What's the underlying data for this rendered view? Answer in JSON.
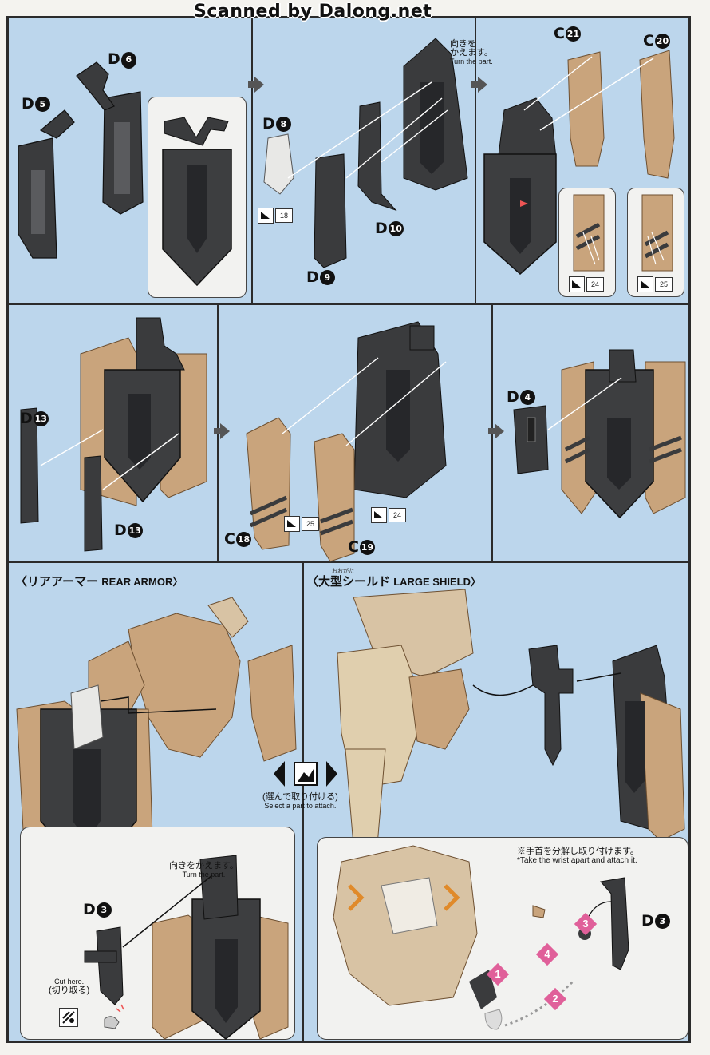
{
  "watermark": "Scanned by Dalong.net",
  "step1": {
    "d5": "D",
    "d5_n": "5",
    "d6": "D",
    "d6_n": "6",
    "d8": "D",
    "d8_n": "8",
    "d9": "D",
    "d9_n": "9",
    "d10": "D",
    "d10_n": "10",
    "c21": "C",
    "c21_n": "21",
    "c20": "C",
    "c20_n": "20",
    "turn_jp_1": "向きを",
    "turn_jp_2": "かえます。",
    "turn_en": "Turn the part.",
    "tag18": "18",
    "tag24": "24",
    "tag25": "25"
  },
  "step2": {
    "d13a": "D",
    "d13a_n": "13",
    "d13b": "D",
    "d13b_n": "13",
    "c18": "C",
    "c18_n": "18",
    "c19": "C",
    "c19_n": "19",
    "d4": "D",
    "d4_n": "4",
    "tag25": "25",
    "tag24": "24"
  },
  "rear": {
    "title_jp": "〈リアアーマー",
    "title_en": "REAR ARMOR〉",
    "turn_jp": "向きをかえます。",
    "turn_en": "Turn the part.",
    "d3": "D",
    "d3_n": "3",
    "cut_en": "Cut here.",
    "cut_jp": "(切り取る)"
  },
  "select": {
    "jp": "(選んで取り付ける)",
    "en": "Select a part to attach."
  },
  "shield": {
    "ruby": "おおがた",
    "title_jp": "〈大型シールド",
    "title_en": "LARGE SHIELD〉",
    "note_jp": "※手首を分解し取り付けます。",
    "note_en": "*Take the wrist apart and attach it.",
    "d3": "D",
    "d3_n": "3",
    "steps": [
      "1",
      "2",
      "3",
      "4"
    ]
  },
  "colors": {
    "background": "#bcd6ec",
    "dark_part": "#3a3b3d",
    "tan_part": "#c9a47c",
    "marker_pink": "#e0609a"
  }
}
